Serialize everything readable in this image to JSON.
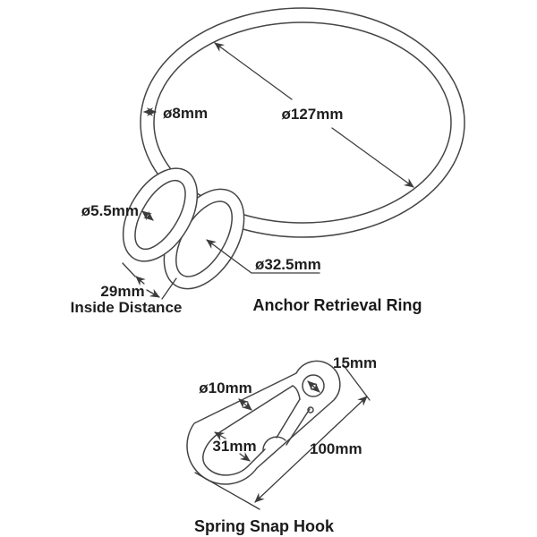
{
  "colors": {
    "background": "#ffffff",
    "line": "#454545",
    "dimension_line": "#3c3c3c",
    "text": "#1f1f1f"
  },
  "anchor_ring": {
    "caption": "Anchor Retrieval Ring",
    "dimensions": {
      "wire_diameter": "ø8mm",
      "ring_diameter": "ø127mm",
      "small_loop_wire_diameter": "ø5.5mm",
      "large_loop_diameter": "ø32.5mm",
      "inside_distance_value": "29mm",
      "inside_distance_label": "Inside Distance"
    }
  },
  "snap_hook": {
    "caption": "Spring Snap Hook",
    "dimensions": {
      "eye_inner_diameter": "15mm",
      "wire_diameter": "ø10mm",
      "opening_width": "31mm",
      "overall_length": "100mm"
    }
  }
}
